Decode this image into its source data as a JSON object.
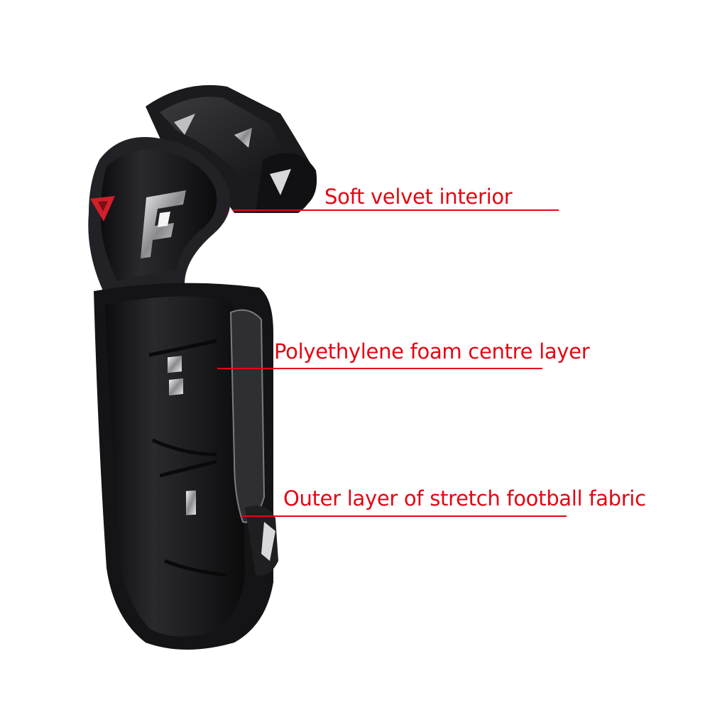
{
  "theme": {
    "background": "#ffffff",
    "callout_color": "#e30613",
    "pad_color": "#1c1c1e",
    "pad_highlight": "#9a9a9e",
    "logo_color": "#d0202a"
  },
  "product": {
    "name": "knee-shin-guard-pad"
  },
  "callouts": [
    {
      "label": "Soft velvet interior"
    },
    {
      "label": "Polyethylene foam centre layer"
    },
    {
      "label": "Outer layer of stretch football fabric"
    }
  ]
}
